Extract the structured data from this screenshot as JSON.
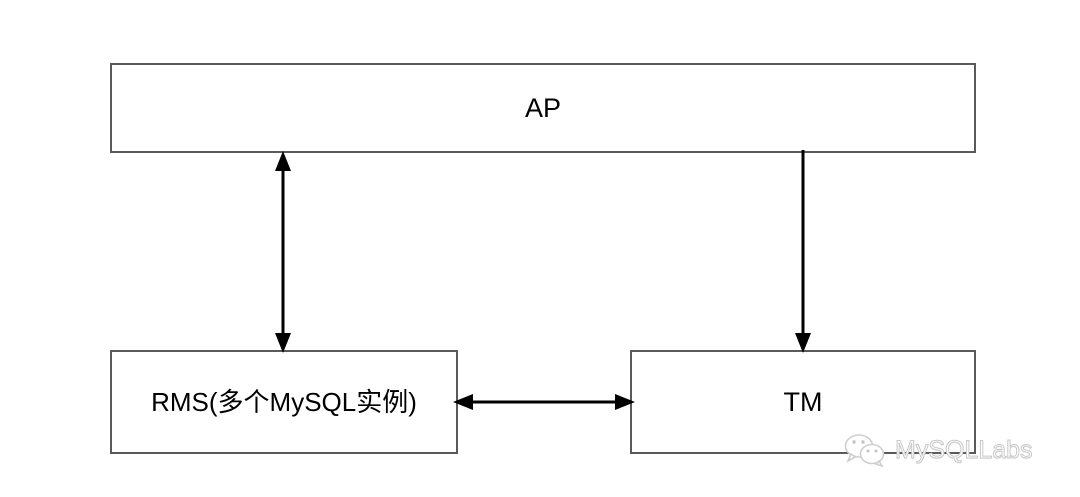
{
  "diagram": {
    "title": "",
    "background_color": "#ffffff",
    "node_border_color": "#5a5a5a",
    "edge_color": "#000000",
    "nodes": [
      {
        "id": "ap",
        "label": "AP"
      },
      {
        "id": "rms",
        "label": "RMS(多个MySQL实例)"
      },
      {
        "id": "tm",
        "label": "TM"
      }
    ],
    "edges": [
      {
        "id": "ap-rms",
        "from": "AP",
        "to": "RMS(多个MySQL实例)",
        "direction": "bidirectional",
        "orientation": "vertical"
      },
      {
        "id": "ap-tm",
        "from": "AP",
        "to": "TM",
        "direction": "one-way",
        "orientation": "vertical"
      },
      {
        "id": "rms-tm",
        "from": "RMS(多个MySQL实例)",
        "to": "TM",
        "direction": "bidirectional",
        "orientation": "horizontal"
      }
    ]
  },
  "watermark": {
    "text": "MySQLLabs",
    "icon": "wechat-logo-icon",
    "color": "#c9c9c9"
  }
}
